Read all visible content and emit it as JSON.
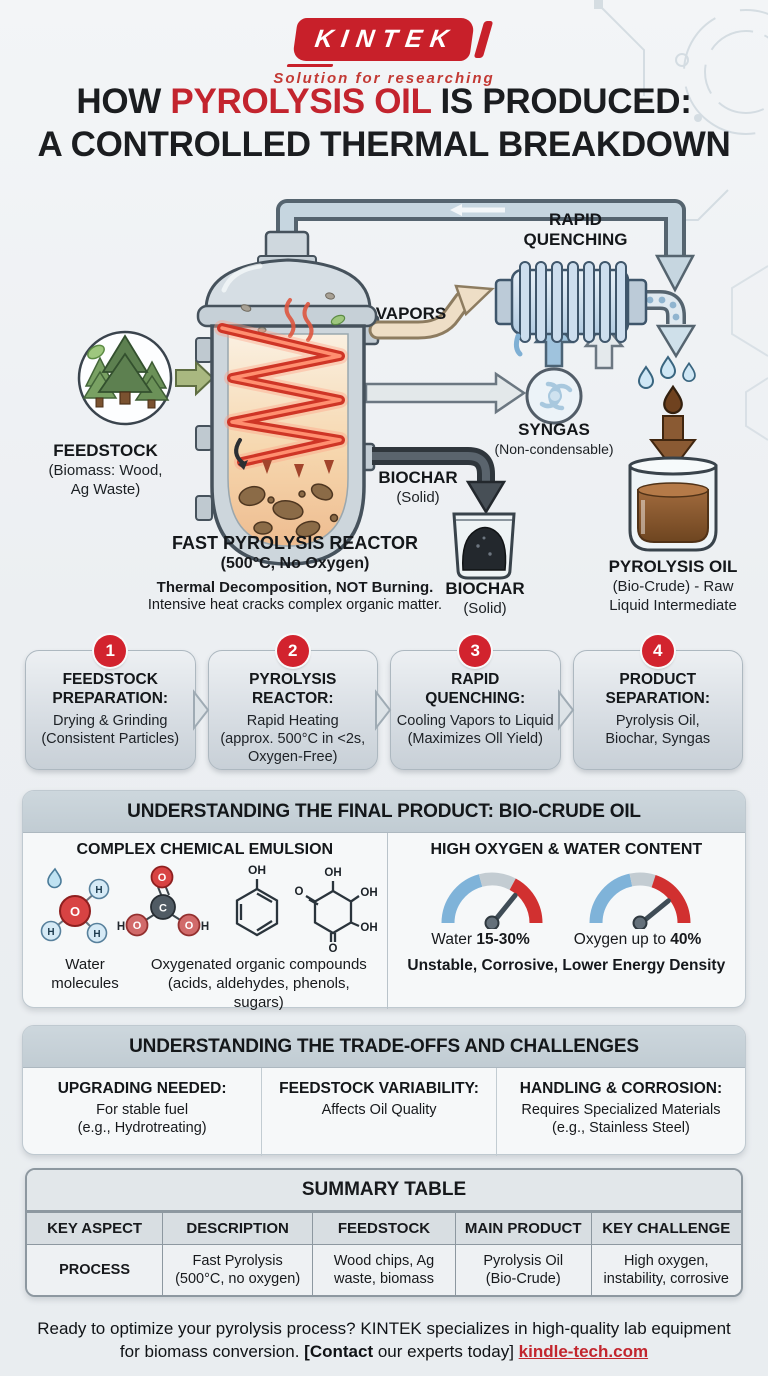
{
  "header": {
    "logo": "KINTEK",
    "tagline": "Solution for researching",
    "title1_pre": "HOW ",
    "title1_highlight": "PYROLYSIS OIL",
    "title1_post": " IS PRODUCED:",
    "title2": "A CONTROLLED THERMAL BREAKDOWN"
  },
  "diagram": {
    "feedstock": {
      "label": "FEEDSTOCK",
      "sub": "(Biomass: Wood,\nAg Waste)"
    },
    "vapors_label": "VAPORS",
    "quenching_label": "RAPID\nQUENCHING",
    "syngas": {
      "label": "SYNGAS",
      "sub": "(Non-condensable)"
    },
    "biochar_flow": {
      "label": "BIOCHAR",
      "sub": "(Solid)"
    },
    "biochar_output": {
      "label": "BIOCHAR",
      "sub": "(Solid)"
    },
    "reactor": {
      "title": "FAST PYROLYSIS REACTOR",
      "subtitle": "(500°C, No Oxygen)",
      "note_bold": "Thermal Decomposition, NOT Burning.",
      "note": "Intensive heat cracks complex organic matter."
    },
    "oil": {
      "label": "PYROLYSIS OIL",
      "sub": "(Bio-Crude) - Raw\nLiquid Intermediate"
    }
  },
  "steps": [
    {
      "number": "1",
      "title": "FEEDSTOCK\nPREPARATION:",
      "body": "Drying & Grinding\n(Consistent Particles)"
    },
    {
      "number": "2",
      "title": "PYROLYSIS\nREACTOR:",
      "body": "Rapid Heating\n(approx. 500°C in <2s,\nOxygen-Free)"
    },
    {
      "number": "3",
      "title": "RAPID\nQUENCHING:",
      "body": "Cooling Vapors to Liquid\n(Maximizes Oll Yield)"
    },
    {
      "number": "4",
      "title": "PRODUCT\nSEPARATION:",
      "body": "Pyrolysis Oil,\nBiochar, Syngas"
    }
  ],
  "final_product": {
    "header": "UNDERSTANDING THE FINAL PRODUCT: BIO-CRUDE OIL",
    "left": {
      "heading": "COMPLEX CHEMICAL EMULSION",
      "water_caption": "Water\nmolecules",
      "organic_caption": "Oxygenated organic compounds\n(acids, aldehydes, phenols,\nsugars)"
    },
    "atoms": {
      "o": "O",
      "c": "C",
      "h": "H",
      "oh": "OH"
    },
    "right": {
      "heading": "HIGH OXYGEN & WATER CONTENT",
      "gauges": [
        {
          "label": "Water ",
          "value": "15-30%"
        },
        {
          "label": "Oxygen up to ",
          "value": "40%"
        }
      ],
      "footnote": "Unstable, Corrosive, Lower Energy Density"
    }
  },
  "tradeoffs": {
    "header": "UNDERSTANDING THE TRADE-OFFS AND CHALLENGES",
    "items": [
      {
        "title": "UPGRADING NEEDED:",
        "body": "For stable fuel\n(e.g., Hydrotreating)"
      },
      {
        "title": "FEEDSTOCK VARIABILITY:",
        "body": "Affects Oil Quality"
      },
      {
        "title": "HANDLING & CORROSION:",
        "body": "Requires Specialized Materials\n(e.g., Stainless Steel)"
      }
    ]
  },
  "summary_table": {
    "title": "SUMMARY TABLE",
    "headers": [
      "KEY ASPECT",
      "DESCRIPTION",
      "FEEDSTOCK",
      "MAIN PRODUCT",
      "KEY CHALLENGE"
    ],
    "rows": [
      [
        "PROCESS",
        "Fast Pyrolysis\n(500°C, no oxygen)",
        "Wood chips, Ag\nwaste, biomass",
        "Pyrolysis Oil\n(Bio-Crude)",
        "High oxygen,\ninstability, corrosive"
      ]
    ]
  },
  "footer": {
    "line1": "Ready to optimize your pyrolysis process? KINTEK specializes in high-quality lab equipment",
    "line2_pre": "for biomass conversion. ",
    "line2_bold": "[Contact",
    "line2_mid": " our experts today] ",
    "link": "kindle-tech.com"
  },
  "colors": {
    "accent_red": "#c3242e",
    "step_circle_red": "#d2232e",
    "pipe_fill": "#c6d6e0",
    "pipe_stroke": "#55646f",
    "gauge_blue": "#7fb3d9",
    "gauge_red": "#d13030",
    "oil_brown": "#8a5a30"
  }
}
